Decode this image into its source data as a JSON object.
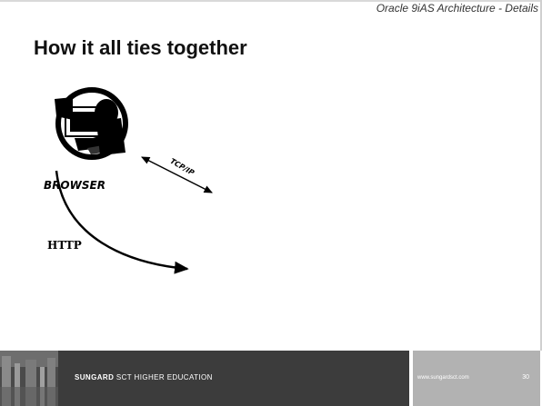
{
  "header": {
    "presentation_title": "Oracle 9iAS Architecture - Details"
  },
  "slide": {
    "title": "How it all ties together"
  },
  "diagram": {
    "browser_label": "BROWSER",
    "tcpip_label": "TCP/IP",
    "http_label": "HTTP",
    "icons": [
      "user-at-computer-icon"
    ]
  },
  "footer": {
    "brand_name": "SUNGARD",
    "brand_rest": "SCT HIGHER EDUCATION",
    "url": "www.sungardsct.com",
    "page_number": "30"
  },
  "colors": {
    "footer_dark": "#3c3c3c",
    "footer_light": "#b2b2b2",
    "title": "#111111"
  }
}
